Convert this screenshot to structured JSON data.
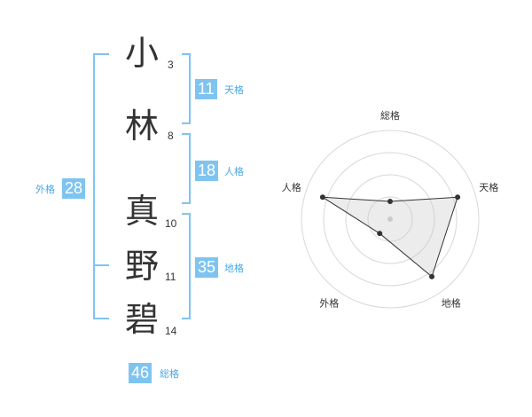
{
  "name": {
    "chars": [
      {
        "char": "小",
        "strokes": "3"
      },
      {
        "char": "林",
        "strokes": "8"
      },
      {
        "char": "真",
        "strokes": "10"
      },
      {
        "char": "野",
        "strokes": "11"
      },
      {
        "char": "碧",
        "strokes": "14"
      }
    ]
  },
  "fortunes": {
    "tenkaku": {
      "label": "天格",
      "value": "11"
    },
    "jinkaku": {
      "label": "人格",
      "value": "18"
    },
    "chikaku": {
      "label": "地格",
      "value": "35"
    },
    "gaikaku": {
      "label": "外格",
      "value": "28"
    },
    "soukaku": {
      "label": "総格",
      "value": "46"
    }
  },
  "colors": {
    "accent": "#7fc4f1",
    "label": "#4aa8e6",
    "text": "#333333",
    "grid": "#d8d8d8"
  },
  "chart_data": {
    "type": "radar",
    "axes": [
      "総格",
      "天格",
      "地格",
      "外格",
      "人格"
    ],
    "scale_max": 5,
    "rings": 4,
    "values": [
      1,
      4,
      4,
      1,
      4
    ]
  }
}
